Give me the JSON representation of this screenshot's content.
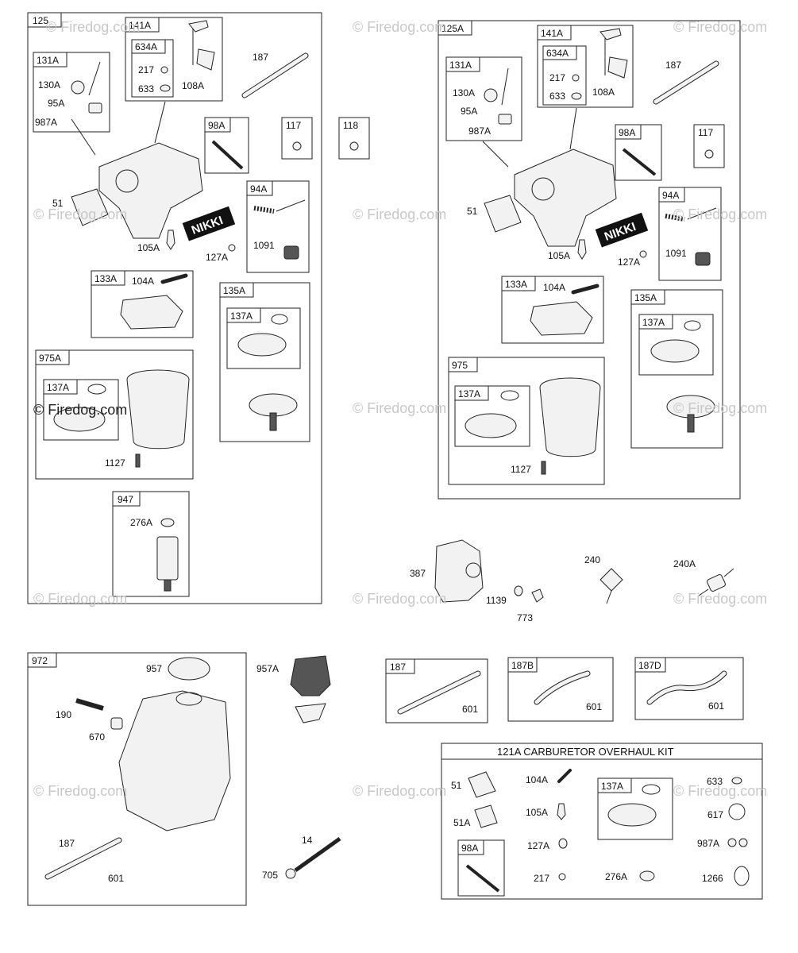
{
  "watermark": "© Firedog.com",
  "groups": {
    "g125": "125",
    "g125A": "125A",
    "g141A_l": "141A",
    "g634A_l": "634A",
    "g131A_l": "131A",
    "g98A_l": "98A",
    "g117_l": "117",
    "g118": "118",
    "g94A_l": "94A",
    "g133A_l": "133A",
    "g135A_l": "135A",
    "g137A_l1": "137A",
    "g975A": "975A",
    "g137A_l2": "137A",
    "g947": "947",
    "g141A_r": "141A",
    "g634A_r": "634A",
    "g131A_r": "131A",
    "g98A_r": "98A",
    "g117_r": "117",
    "g94A_r": "94A",
    "g133A_r": "133A",
    "g135A_r": "135A",
    "g137A_r1": "137A",
    "g975": "975",
    "g137A_r2": "137A",
    "g972": "972",
    "g187a": "187",
    "g187B": "187B",
    "g187D": "187D",
    "g137A_kit": "137A",
    "g98A_kit": "98A"
  },
  "kit_title": "121A CARBURETOR OVERHAUL KIT",
  "brand_label": "NIKKI",
  "labels": {
    "l187_l": "187",
    "l217_l": "217",
    "l633_l": "633",
    "l108A_l": "108A",
    "l130A_l": "130A",
    "l95A_l": "95A",
    "l987A_l": "987A",
    "l51_l": "51",
    "l105A_l": "105A",
    "l127A_l": "127A",
    "l1091_l": "1091",
    "l104A_l": "104A",
    "l1127_l": "1127",
    "l276A_l": "276A",
    "l187_r": "187",
    "l217_r": "217",
    "l633_r": "633",
    "l108A_r": "108A",
    "l130A_r": "130A",
    "l95A_r": "95A",
    "l987A_r": "987A",
    "l51_r": "51",
    "l105A_r": "105A",
    "l127A_r": "127A",
    "l1091_r": "1091",
    "l104A_r": "104A",
    "l1127_r": "1127",
    "l387": "387",
    "l1139": "1139",
    "l773": "773",
    "l240": "240",
    "l240A": "240A",
    "l957": "957",
    "l957A": "957A",
    "l190": "190",
    "l670": "670",
    "l187_t": "187",
    "l601_t": "601",
    "l14": "14",
    "l705": "705",
    "l601_a": "601",
    "l601_b": "601",
    "l601_d": "601",
    "k51": "51",
    "k51A": "51A",
    "k104A": "104A",
    "k105A": "105A",
    "k127A": "127A",
    "k217": "217",
    "k276A": "276A",
    "k633": "633",
    "k617": "617",
    "k987A": "987A",
    "k1266": "1266"
  }
}
